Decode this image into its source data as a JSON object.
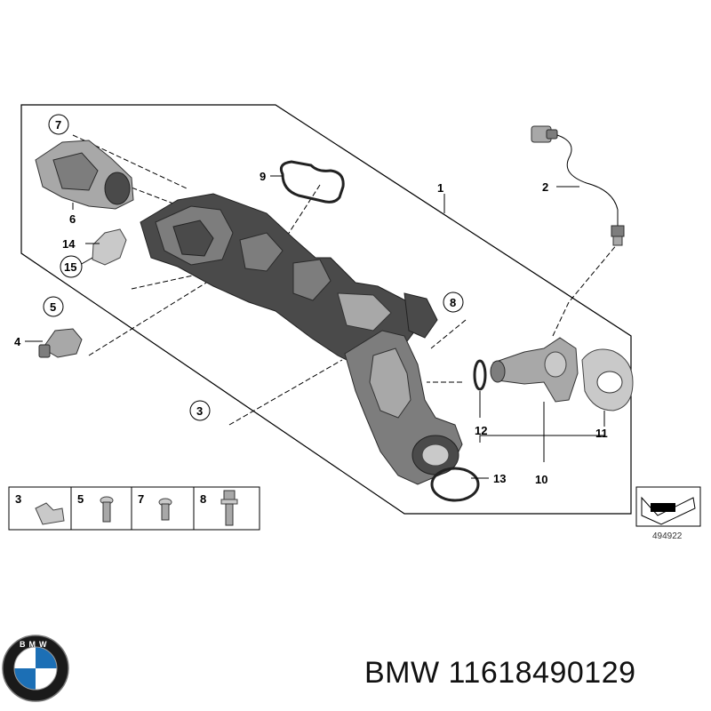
{
  "callouts": [
    "1",
    "2",
    "3",
    "4",
    "5",
    "6",
    "7",
    "8",
    "9",
    "10",
    "11",
    "12",
    "13",
    "14",
    "15"
  ],
  "legend": {
    "items": [
      {
        "label": "3"
      },
      {
        "label": "5"
      },
      {
        "label": "7"
      },
      {
        "label": "8"
      }
    ]
  },
  "reference_number": "494922",
  "brand": {
    "name": "BMW",
    "part_number": "11618490129",
    "caption": "BMW 11618490129",
    "logo_letters": "BMW"
  }
}
